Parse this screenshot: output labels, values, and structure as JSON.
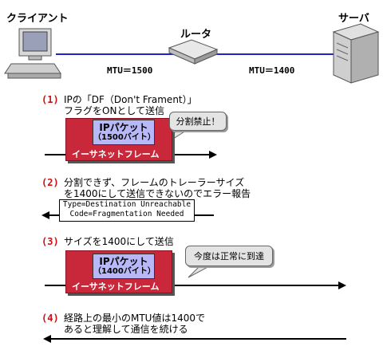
{
  "nodes": {
    "client": "クライアント",
    "router": "ルータ",
    "server": "サーバ"
  },
  "links": {
    "mtu_left": "MTU＝1500",
    "mtu_right": "MTU＝1400"
  },
  "steps": [
    {
      "num": "(1)",
      "line1": "IPの「DF（Don't Frament）」",
      "line2": "フラグをONとして送信"
    },
    {
      "num": "(2)",
      "line1": "分割できず、フレームのトレーラーサイズ",
      "line2": "を1400にして送信できないのでエラー報告"
    },
    {
      "num": "(3)",
      "line1": "サイズを1400にして送信",
      "line2": ""
    },
    {
      "num": "(4)",
      "line1": "経路上の最小のMTU値は1400で",
      "line2": "あると理解して通信を続ける"
    }
  ],
  "packets": [
    {
      "title": "IPパケット",
      "size": "（1500バイト）"
    },
    {
      "title": "IPパケット",
      "size": "（1400バイト）"
    }
  ],
  "frame_label": "イーサネットフレーム",
  "callouts": {
    "forbidden": "分割禁止！",
    "normal": "今度は正常に到達"
  },
  "error": {
    "line1": "Type=Destination Unreachable",
    "line2": "Code=Fragmentation Needed"
  },
  "colors": {
    "link_line": "#2222cc",
    "frame_red": "#c8283a",
    "packet_blue": "#b8b8f8",
    "step_number_red": "#cc1111"
  }
}
